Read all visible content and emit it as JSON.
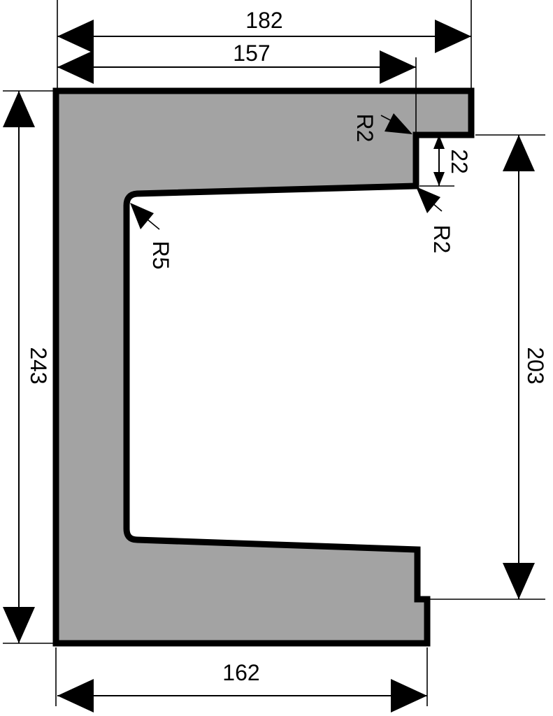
{
  "colors": {
    "profile_fill": "#a3a3a3",
    "profile_stroke": "#000000",
    "background": "#ffffff"
  },
  "dimensions": {
    "top_total_width": "182",
    "top_inner_width": "157",
    "total_height": "243",
    "inner_height": "203",
    "lip_height": "22",
    "bottom_width": "162"
  },
  "radii": {
    "lip_top": "R2",
    "lip_bottom": "R2",
    "inner_corner": "R5"
  }
}
